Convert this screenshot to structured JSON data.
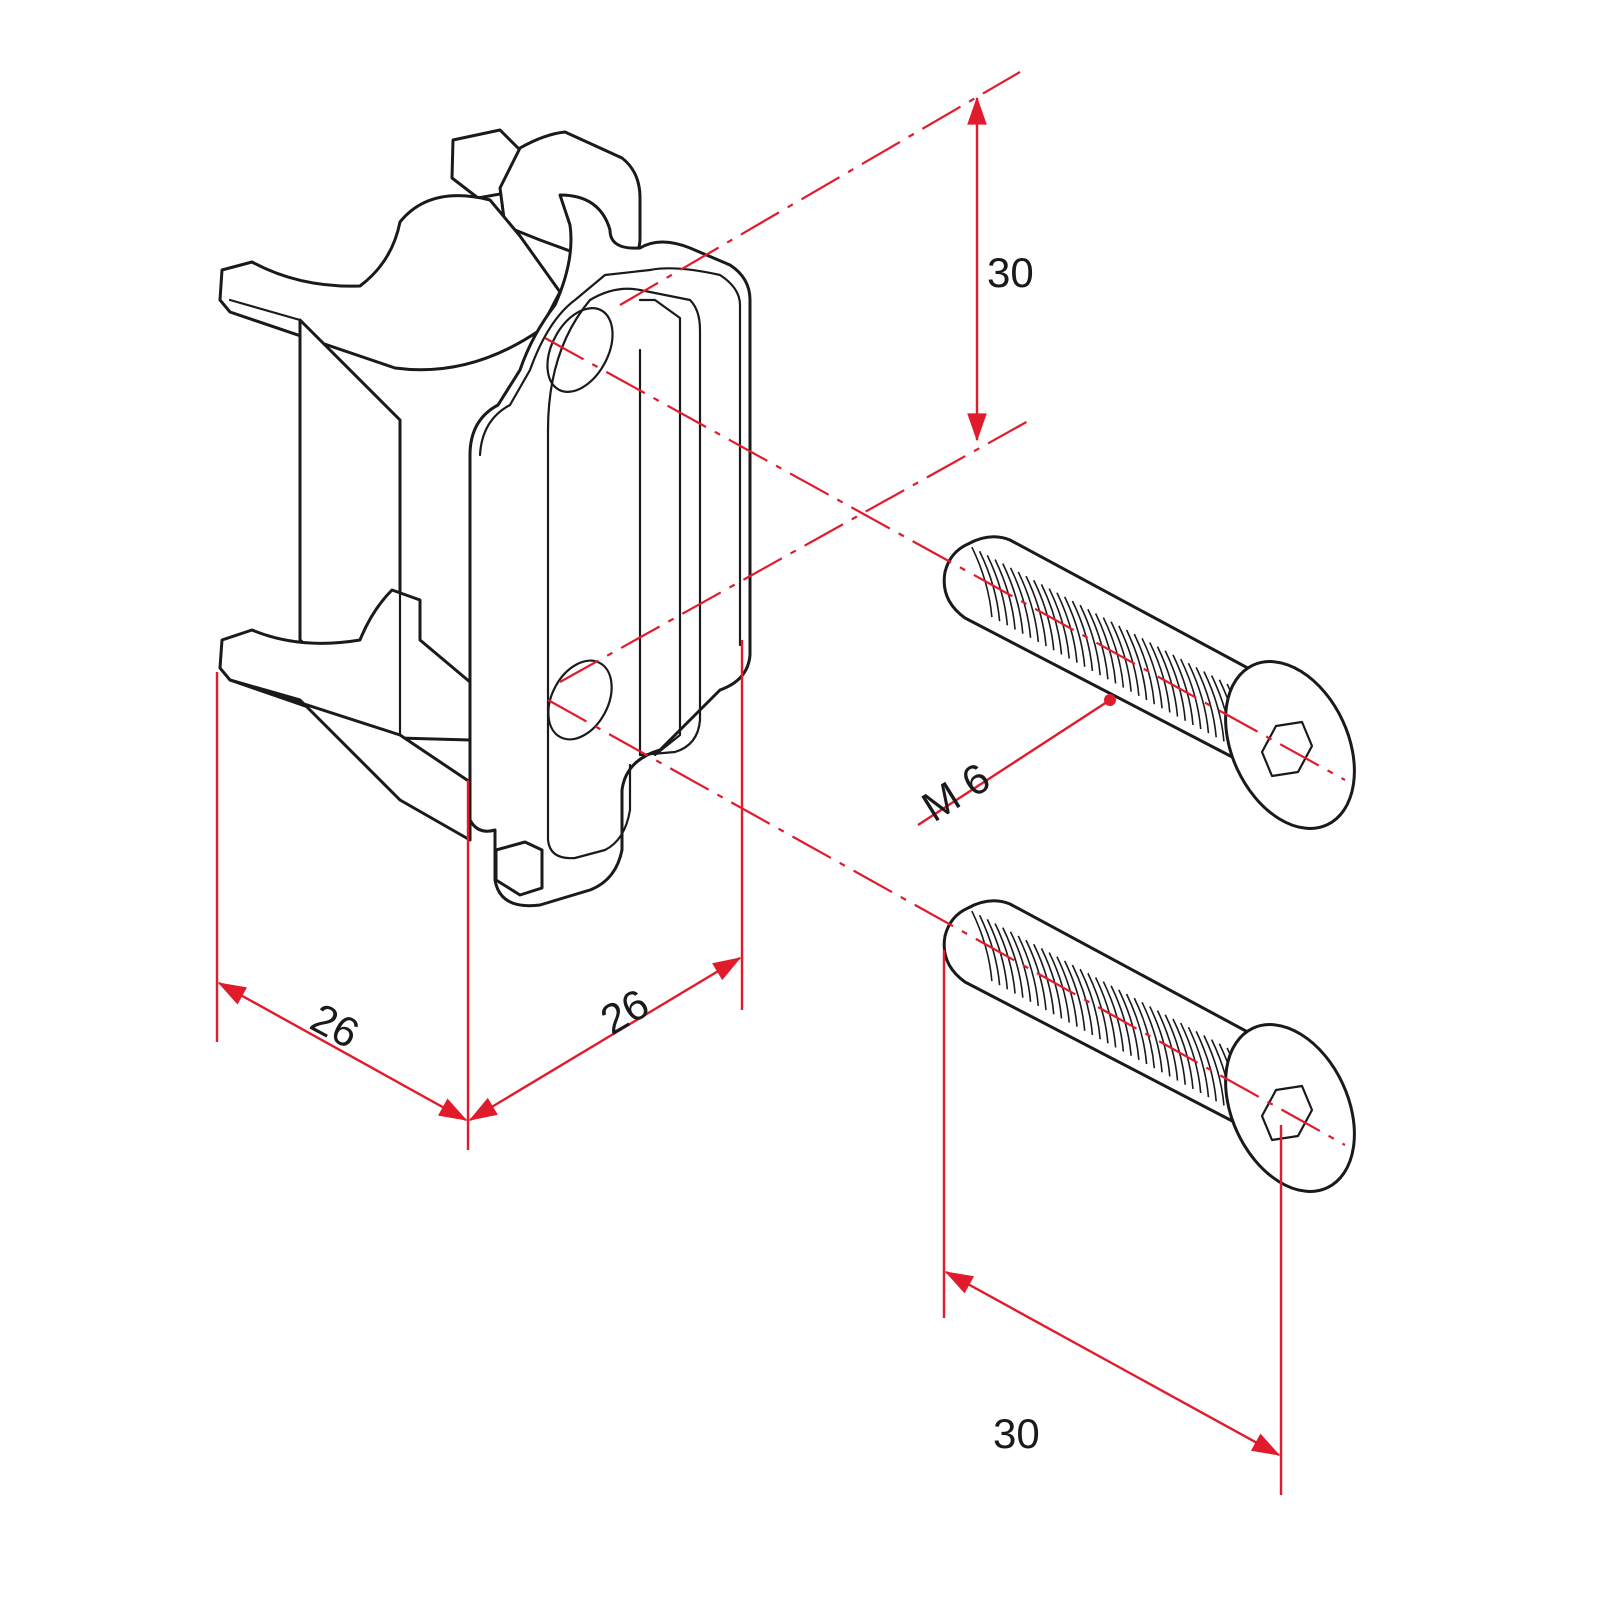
{
  "colors": {
    "dimension": "#e01b2b",
    "outline": "#1a1a1a",
    "background": "#ffffff"
  },
  "dimensions": {
    "bracket_depth": "26",
    "bracket_width": "26",
    "hole_spacing": "30",
    "bolt_thread": "M 6",
    "bolt_length": "30"
  }
}
